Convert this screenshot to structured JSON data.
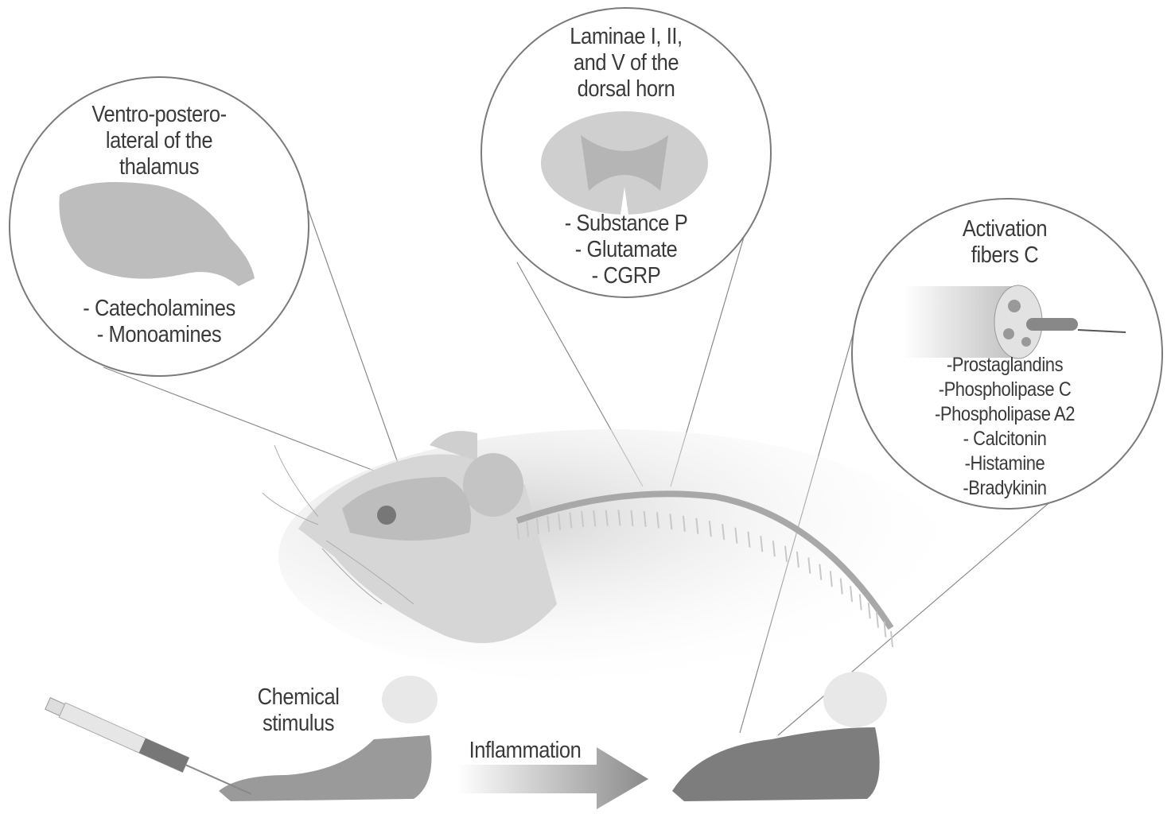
{
  "thalamus": {
    "title": [
      "Ventro-postero-",
      "lateral of the",
      "thalamus"
    ],
    "items": [
      "- Catecholamines",
      "- Monoamines"
    ]
  },
  "dorsal_horn": {
    "title": [
      "Laminae I, II,",
      "and V of the",
      "dorsal horn"
    ],
    "items": [
      "- Substance P",
      "- Glutamate",
      "- CGRP"
    ]
  },
  "fibers": {
    "title": [
      "Activation",
      "fibers C"
    ],
    "items": [
      "-Prostaglandins",
      "-Phospholipase C",
      "-Phospholipase A2",
      "- Calcitonin",
      "-Histamine",
      "-Bradykinin"
    ]
  },
  "stimulus": [
    "Chemical",
    "stimulus"
  ],
  "arrow_label": "Inflammation",
  "colors": {
    "text": "#3a3a3a",
    "line": "#8a8a8a",
    "circle": "#7a7a7a",
    "tissue": "#b8b8b8"
  }
}
